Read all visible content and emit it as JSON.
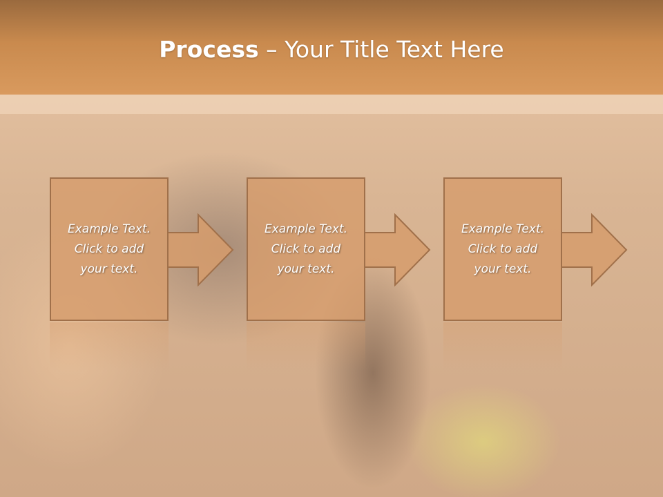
{
  "slide": {
    "title_bold": "Process",
    "title_rest": " – Your Title Text Here"
  },
  "steps": [
    {
      "line1": "Example Text.",
      "line2": "Click  to add",
      "line3": "your text."
    },
    {
      "line1": "Example Text.",
      "line2": "Click  to add",
      "line3": "your text."
    },
    {
      "line1": "Example Text.",
      "line2": "Click  to add",
      "line3": "your text."
    }
  ],
  "colors": {
    "header": "#c98a4e",
    "box_fill": "#d69c6c",
    "box_border": "#a0704a",
    "text": "#ffffff"
  },
  "icons": [
    "arrow-right-icon"
  ]
}
